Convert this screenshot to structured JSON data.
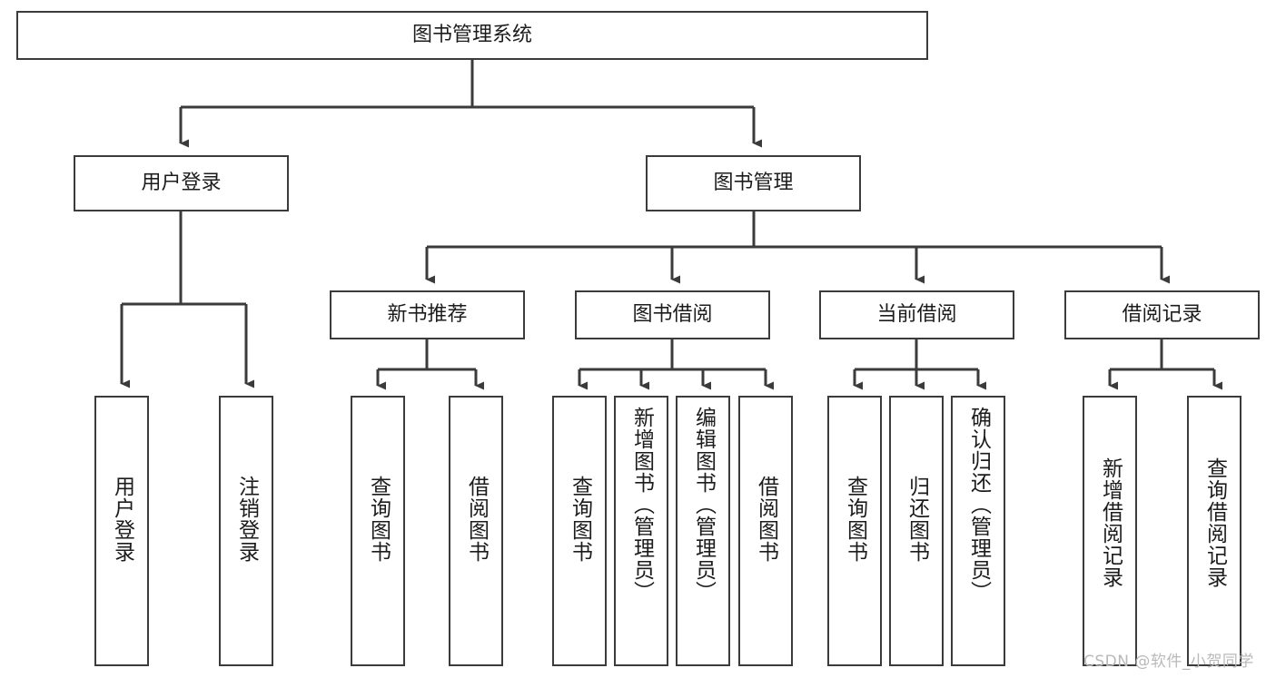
{
  "diagram": {
    "type": "hierarchy-tree",
    "title": "图书管理系统",
    "orientation": "top-down",
    "theme": {
      "stroke": "#3b3b3b",
      "fill": "#ffffff",
      "text": "#1c1c1c",
      "watermark": "#b9b9b9"
    },
    "levels": [
      {
        "level": 1,
        "nodes": [
          {
            "id": "root",
            "label": "图书管理系统"
          }
        ]
      },
      {
        "level": 2,
        "nodes": [
          {
            "id": "user-login",
            "label": "用户登录"
          },
          {
            "id": "book-manage",
            "label": "图书管理"
          }
        ]
      },
      {
        "level": 3,
        "nodes": [
          {
            "id": "new-book-rec",
            "label": "新书推荐"
          },
          {
            "id": "book-borrow",
            "label": "图书借阅"
          },
          {
            "id": "current-borrow",
            "label": "当前借阅"
          },
          {
            "id": "borrow-record",
            "label": "借阅记录"
          }
        ]
      },
      {
        "level": 4,
        "nodes": [
          {
            "id": "leaf-user-login",
            "label": "用户登录",
            "parent": "user-login"
          },
          {
            "id": "leaf-logout",
            "label": "注销登录",
            "parent": "user-login"
          },
          {
            "id": "leaf-query-book-1",
            "label": "查询图书",
            "parent": "new-book-rec"
          },
          {
            "id": "leaf-borrow-book-1",
            "label": "借阅图书",
            "parent": "new-book-rec"
          },
          {
            "id": "leaf-query-book-2",
            "label": "查询图书",
            "parent": "book-borrow"
          },
          {
            "id": "leaf-add-book",
            "label": "新增图书（管理员）",
            "parent": "book-borrow"
          },
          {
            "id": "leaf-edit-book",
            "label": "编辑图书（管理员）",
            "parent": "book-borrow"
          },
          {
            "id": "leaf-borrow-book-2",
            "label": "借阅图书",
            "parent": "book-borrow"
          },
          {
            "id": "leaf-query-book-3",
            "label": "查询图书",
            "parent": "current-borrow"
          },
          {
            "id": "leaf-return-book",
            "label": "归还图书",
            "parent": "current-borrow"
          },
          {
            "id": "leaf-confirm-return",
            "label": "确认归还（管理员）",
            "parent": "current-borrow"
          },
          {
            "id": "leaf-add-record",
            "label": "新增借阅记录",
            "parent": "borrow-record"
          },
          {
            "id": "leaf-query-record",
            "label": "查询借阅记录",
            "parent": "borrow-record"
          }
        ]
      }
    ]
  },
  "watermark": {
    "text": "CSDN @软件_小贺同学"
  }
}
